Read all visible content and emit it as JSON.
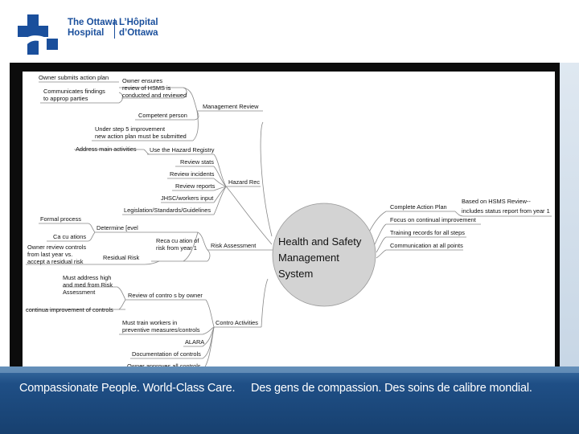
{
  "header": {
    "org_name_en_line1": "The Ottawa",
    "org_name_en_line2": "Hospital",
    "org_name_fr_line1": "L’Hôpital",
    "org_name_fr_line2": "d’Ottawa"
  },
  "colors": {
    "brand": "#1a4f9c",
    "footer_blue": "#1f4f86",
    "center_node": "#d3d3d3"
  },
  "diagram": {
    "center": {
      "line1": "Health and Safety",
      "line2": "Management",
      "line3": "System"
    },
    "left": {
      "management_review": "Management Review",
      "owner_submits": "Owner submits action plan",
      "owner_ensures_1": "Owner ensures",
      "owner_ensures_2": "review of HSMS is",
      "owner_ensures_3": "conducted and reviewed",
      "communicates_1": "Communicates findings",
      "communicates_2": "to approp parties",
      "competent_person": "Competent person",
      "understep_1": "Under step 5 improvement",
      "understep_2": "new action plan must be submitted",
      "hazard_rec": "Hazard Rec",
      "address_main": "Address main activities",
      "use_registry": "Use the Hazard Registry",
      "review_stats": "Review stats",
      "review_incidents": "Review incidents",
      "review_reports": "Review reports",
      "jhsc": "JHSC/workers input",
      "legislation": "Legislation/Standards/Guidelines",
      "risk_assessment": "Risk Assessment",
      "determine": "Determine [evel",
      "formal_process": "Formal process",
      "calculations": "Ca cu ations",
      "recalc_1": "Reca cu ation of",
      "recalc_2": "risk from year 1",
      "residual_risk": "Residual Risk",
      "owner_review_1": "Owner review controls",
      "owner_review_2": "from last year vs.",
      "owner_review_3": "accept a residual risk",
      "control_activities": "Contro  Activities",
      "must_address_1": "Must address high",
      "must_address_2": "and med from Risk",
      "must_address_3": "Assessment",
      "review_controls_owner": "Review of contro s by owner",
      "continual_improvement": "continua   improvement of controls",
      "must_train_1": "Must train workers in",
      "must_train_2": "preventive measures/controls",
      "alara": "ALARA",
      "documentation": "Documentation of controls",
      "owner_approves": "Owner approves all controls"
    },
    "right": {
      "complete_plan": "Complete Action Plan",
      "based_on_1": "Based on HSMS Review--",
      "based_on_2": "includes status report from year 1",
      "focus": "Focus on continual improvement",
      "training": "Training records for all steps",
      "communication": "Communication at all points"
    }
  },
  "footer": {
    "tagline_en": "Compassionate People. World-Class Care.",
    "tagline_fr": "Des gens de compassion. Des soins de calibre mondial."
  }
}
